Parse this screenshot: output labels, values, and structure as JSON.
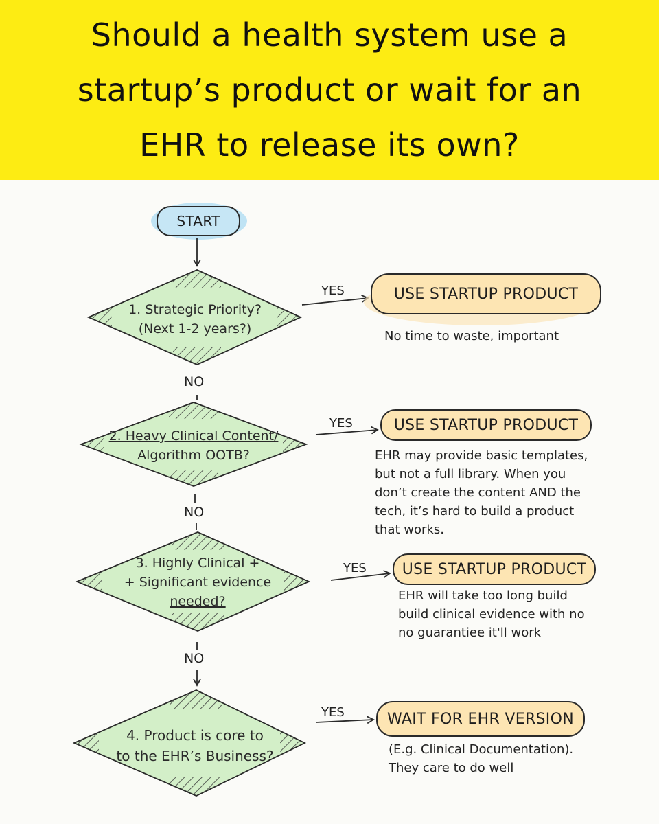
{
  "header": {
    "title_lines": [
      "Should a health system use a",
      "startup’s product or wait for an",
      "EHR to release its own?"
    ]
  },
  "flow": {
    "start": "START",
    "decisions": [
      {
        "line1": "1. Strategic Priority?",
        "line2": "(Next 1-2 years?)"
      },
      {
        "line1": "2. Heavy Clinical Content/",
        "line2": "Algorithm OOTB?"
      },
      {
        "line1": "3. Highly Clinical +",
        "line2": "+ Significant evidence",
        "line3": "needed?"
      },
      {
        "line1": "4. Product is core to",
        "line2": "to the EHR’s Business?"
      }
    ],
    "yes_label": "YES",
    "no_label": "NO",
    "outcomes": [
      {
        "label": "USE STARTUP PRODUCT",
        "note_lines": [
          "No time to waste, important"
        ]
      },
      {
        "label": "USE STARTUP PRODUCT",
        "note_lines": [
          "EHR may provide basic templates,",
          "but not a full library. When you",
          "don’t create the content AND the",
          "tech, it’s hard to build a product",
          "that works."
        ]
      },
      {
        "label": "USE STARTUP PRODUCT",
        "note_lines": [
          "EHR will take too long build",
          "build clinical evidence with no",
          "no guarantiee it'll work"
        ]
      },
      {
        "label": "WAIT FOR EHR VERSION",
        "note_lines": [
          "(E.g. Clinical Documentation).",
          "They care to do well"
        ]
      }
    ]
  },
  "colors": {
    "header_bg": "#fdec13",
    "diamond_fill": "#d3efc8",
    "outcome_fill": "#fde5b3",
    "start_fill": "#c6e6f5",
    "ink": "#2a2a2a"
  }
}
